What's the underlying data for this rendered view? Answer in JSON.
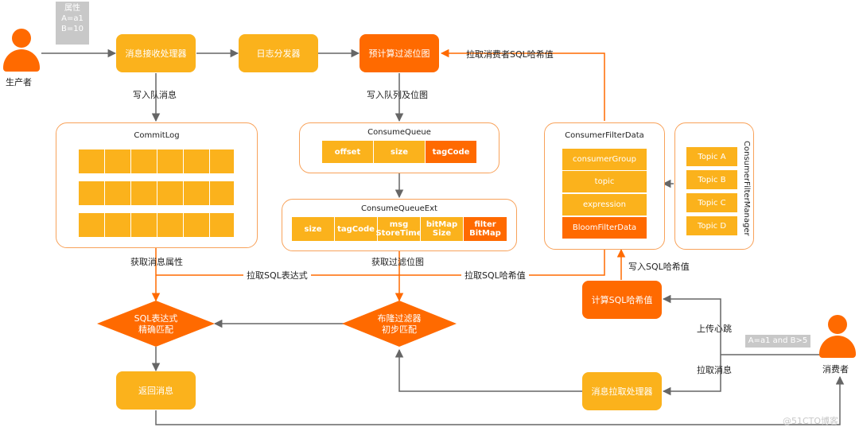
{
  "colors": {
    "light_orange": "#fbb21c",
    "dark_orange": "#ff6a00",
    "gray_line": "#666666",
    "orange_line": "#ff6a00"
  },
  "producer": {
    "label": "生产者",
    "attr_note": [
      "属性",
      "A=a1",
      "B=10"
    ]
  },
  "consumer": {
    "label": "消费者",
    "expr_note": "A=a1 and B>5"
  },
  "boxes": {
    "receive_processor": "消息接收处理器",
    "log_dispatcher": "日志分发器",
    "precompute_bitmap": "预计算过滤位图",
    "compute_sql_hash": "计算SQL哈希值",
    "return_msg": "返回消息",
    "pull_processor": "消息拉取处理器"
  },
  "commitlog": {
    "title": "CommitLog"
  },
  "consume_queue": {
    "title": "ConsumeQueue",
    "cells": [
      "offset",
      "size",
      "tagCode"
    ]
  },
  "consume_queue_ext": {
    "title": "ConsumeQueueExt",
    "cells": [
      [
        "size"
      ],
      [
        "tagCode"
      ],
      [
        "msg",
        "StoreTime"
      ],
      [
        "bitMap",
        "Size"
      ],
      [
        "filter",
        "BitMap"
      ]
    ]
  },
  "consumer_filter_data": {
    "title": "ConsumerFilterData",
    "rows": [
      "consumerGroup",
      "topic",
      "expression",
      "BloomFilterData"
    ]
  },
  "consumer_filter_manager": {
    "title": "ConsumerFilterManager",
    "topics": [
      "Topic A",
      "Topic B",
      "Topic C",
      "Topic D"
    ]
  },
  "diamonds": {
    "sql_match": [
      "SQL表达式",
      "精确匹配"
    ],
    "bloom_match": [
      "布隆过滤器",
      "初步匹配"
    ]
  },
  "labels": {
    "write_queue_msg": "写入队消息",
    "write_queue_bitmap": "写入队列及位图",
    "pull_consumer_sql_hash": "拉取消费者SQL哈希值",
    "get_msg_attr": "获取消息属性",
    "pull_sql_expr": "拉取SQL表达式",
    "get_filter_bitmap": "获取过滤位图",
    "pull_sql_hash": "拉取SQL哈希值",
    "write_sql_hash": "写入SQL哈希值",
    "upload_heartbeat": "上传心跳",
    "pull_msg": "拉取消息"
  },
  "watermark": "@51CTO博客"
}
